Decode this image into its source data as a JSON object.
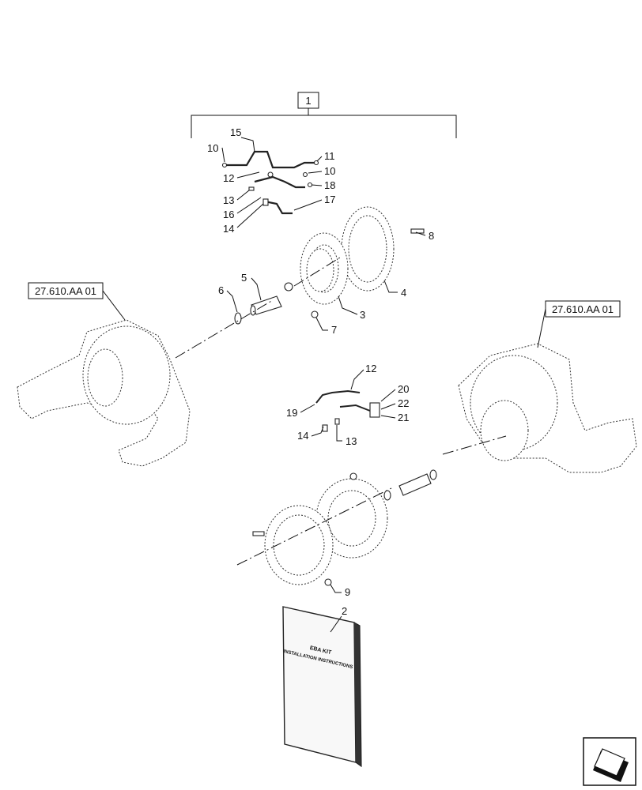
{
  "kit_label": "1",
  "reference_left": "27.610.AA 01",
  "reference_right": "27.610.AA 01",
  "manual_title_line1": "EBA KIT",
  "manual_title_line2": "INSTALLATION INSTRUCTIONS",
  "callouts": {
    "c1": "1",
    "c2": "2",
    "c3": "3",
    "c4": "4",
    "c5": "5",
    "c6": "6",
    "c7": "7",
    "c8": "8",
    "c9": "9",
    "c10a": "10",
    "c10b": "10",
    "c11": "11",
    "c12a": "12",
    "c12b": "12",
    "c13a": "13",
    "c13b": "13",
    "c14a": "14",
    "c14b": "14",
    "c15": "15",
    "c16": "16",
    "c17": "17",
    "c18": "18",
    "c19": "19",
    "c20": "20",
    "c21": "21",
    "c22": "22"
  },
  "icons": {
    "nav": "arrow-down-left-icon"
  }
}
